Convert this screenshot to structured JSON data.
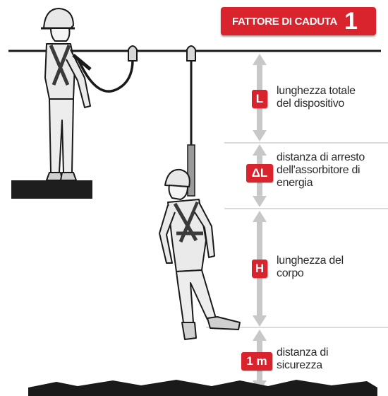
{
  "header": {
    "title": "FATTORE DI CADUTA",
    "factor": "1"
  },
  "measures": [
    {
      "badge": "L",
      "line1": "lunghezza totale",
      "line2": "del dispositivo",
      "line3": ""
    },
    {
      "badge": "ΔL",
      "line1": "distanza di arresto",
      "line2": "dell'assorbitore di",
      "line3": "energia"
    },
    {
      "badge": "H",
      "line1": "lunghezza del",
      "line2": "corpo",
      "line3": ""
    },
    {
      "badge": "1 m",
      "line1": "distanza di",
      "line2": "sicurezza",
      "line3": ""
    }
  ],
  "colors": {
    "accent": "#d9232d",
    "arrow": "#c8c8c8",
    "line": "#cfcfcf",
    "ink": "#222222"
  }
}
